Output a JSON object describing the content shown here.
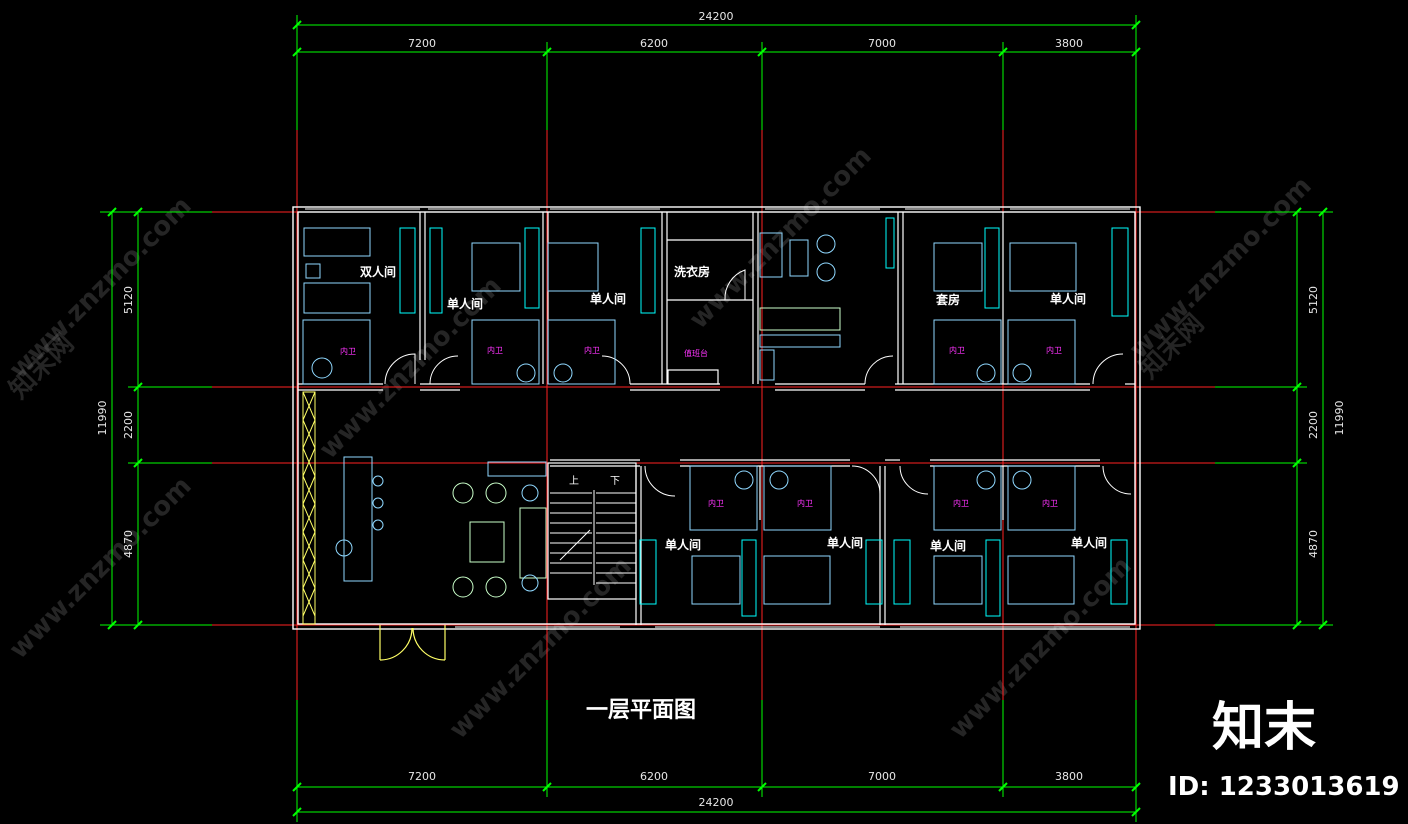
{
  "drawing": {
    "title": "一层平面图",
    "dimensions": {
      "top_total": "24200",
      "top_segments": [
        "7200",
        "6200",
        "7000",
        "3800"
      ],
      "bottom_segments": [
        "7200",
        "6200",
        "7000",
        "3800"
      ],
      "bottom_total": "24200",
      "left_total": "11990",
      "left_segments": [
        "5120",
        "2200",
        "4870"
      ],
      "right_segments": [
        "5120",
        "2200",
        "4870"
      ],
      "right_total": "11990"
    },
    "rooms": {
      "double_room": "双人间",
      "single_1": "单人间",
      "single_2": "单人间",
      "laundry": "洗衣房",
      "suite": "套房",
      "single_3": "单人间",
      "single_4": "单人间",
      "single_5": "单人间",
      "single_6": "单人间",
      "single_7": "单人间"
    },
    "bath_label": "内卫",
    "counter_label": "值班台",
    "stairs": {
      "up": "上",
      "down": "下"
    }
  },
  "watermark": {
    "site": "www.znzmo.com",
    "brand": "知末网",
    "logo": "知末",
    "id": "ID: 1233013619"
  },
  "colors": {
    "background": "#000000",
    "wall": "#ffffff",
    "grid_axis": "#ff2222",
    "dimension": "#00ff00",
    "furniture": "#00ffff",
    "bath_text": "#ff33ff",
    "column": "#ffff66"
  }
}
